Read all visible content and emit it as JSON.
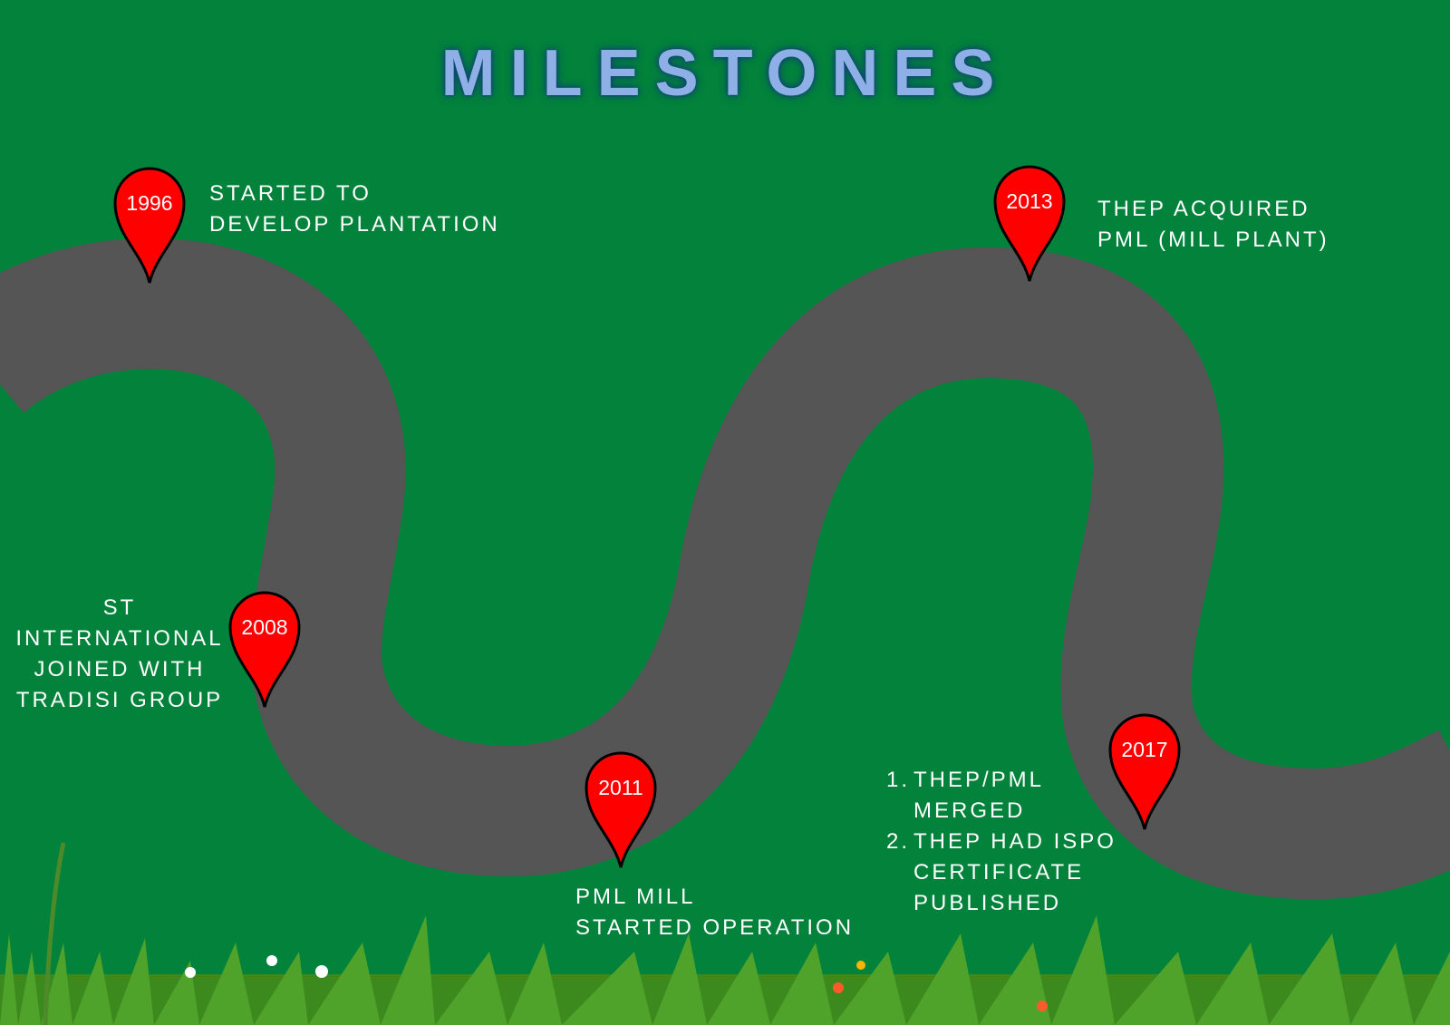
{
  "title": "MILESTONES",
  "milestones": [
    {
      "year": "1996",
      "lines": [
        "STARTED TO",
        "DEVELOP PLANTATION"
      ]
    },
    {
      "year": "2008",
      "lines": [
        "ST",
        "INTERNATIONAL",
        "JOINED WITH",
        "TRADISI GROUP"
      ]
    },
    {
      "year": "2011",
      "lines": [
        "PML MILL",
        "STARTED OPERATION"
      ]
    },
    {
      "year": "2013",
      "lines": [
        "THEP ACQUIRED",
        "PML (MILL PLANT)"
      ]
    },
    {
      "year": "2017",
      "items": [
        {
          "num": "1.",
          "lines": [
            "THEP/PML",
            "MERGED"
          ]
        },
        {
          "num": "2.",
          "lines": [
            "THEP HAD ISPO",
            "CERTIFICATE",
            "PUBLISHED"
          ]
        }
      ]
    }
  ],
  "colors": {
    "background": "#02823a",
    "pin": "#ff0000",
    "road": "#3a3333",
    "title": "#8fb0e6"
  }
}
